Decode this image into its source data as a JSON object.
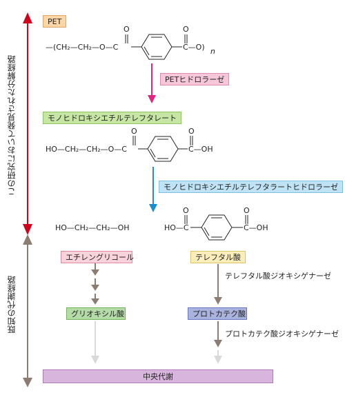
{
  "side_labels": {
    "new_pathway": "この研究において発見された分解経路",
    "known_pathway": "既知の代謝経路"
  },
  "compounds": {
    "pet": "PET",
    "mhet": "モノヒドロキシエチルテレフタレート",
    "ethylene_glycol": "エチレングリコール",
    "terephthalic_acid": "テレフタル酸",
    "glyoxylic_acid": "グリオキシル酸",
    "protocatechuic_acid": "プロトカテク酸",
    "central_metabolism": "中央代謝"
  },
  "enzymes": {
    "pet_hydrolase": "PETヒドロラーゼ",
    "mhet_hydrolase": "モノヒドロキシエチルテレフタラートヒドロラーゼ",
    "tpa_dioxygenase": "テレフタル酸ジオキシゲナーゼ",
    "pca_dioxygenase": "プロトカテク酸ジオキシゲナーゼ"
  },
  "formulas": {
    "pet_chain": "—(CH₂—CH₂—O—C",
    "pet_end": "C—O)",
    "pet_n": "n",
    "mhet_left": "HO—CH₂—CH₂—O—C",
    "mhet_right": "C—OH",
    "eg": "HO—CH₂—CH₂—OH",
    "tpa_left": "HO—C",
    "tpa_right": "C—OH",
    "oxygen": "O"
  },
  "colors": {
    "red_arrow": "#d0021b",
    "brown_arrow": "#8b7d72",
    "pink_arrow": "#e3237f",
    "blue_arrow": "#1a8fd0",
    "pet_box": "#fbd7a7",
    "mhet_box": "#c7e6a3",
    "enzyme_pink_box": "#f7c6d9",
    "enzyme_blue_box": "#bfe3f5",
    "eg_box": "#f9d3dc",
    "tpa_box": "#fbeebb",
    "glyoxylic_box": "#b5dca8",
    "pca_box": "#aab3dd",
    "central_box": "#d8b5dc"
  }
}
